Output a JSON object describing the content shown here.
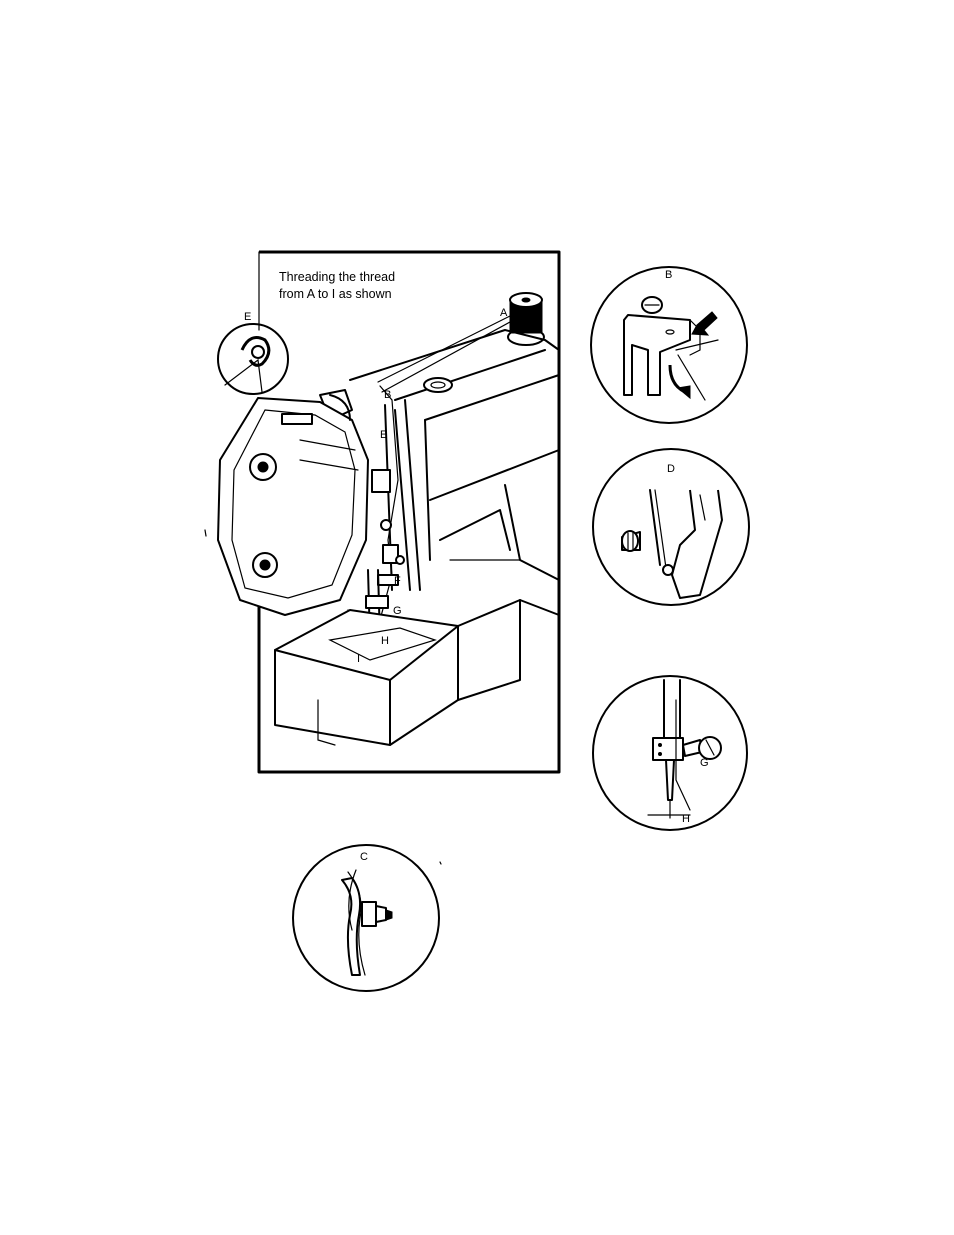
{
  "caption": {
    "line1": "Threading the thread",
    "line2": "from A to I as shown"
  },
  "main_labels": {
    "A": "A",
    "B": "B",
    "E": "E",
    "F": "F",
    "G": "G",
    "H": "H",
    "I": "I"
  },
  "insets": {
    "E": "E",
    "B": "B",
    "D": "D",
    "G": "G",
    "H": "H",
    "C": "C"
  }
}
